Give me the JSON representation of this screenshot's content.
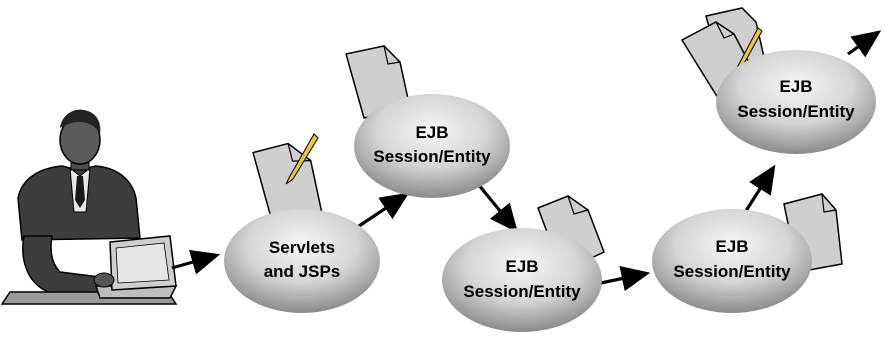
{
  "nodes": [
    {
      "id": "servlets",
      "lines": [
        "Servlets",
        "and JSPs"
      ]
    },
    {
      "id": "ejb1",
      "lines": [
        "EJB",
        "Session/Entity"
      ]
    },
    {
      "id": "ejb2",
      "lines": [
        "EJB",
        "Session/Entity"
      ]
    },
    {
      "id": "ejb3",
      "lines": [
        "EJB",
        "Session/Entity"
      ]
    },
    {
      "id": "ejb4",
      "lines": [
        "EJB",
        "Session/Entity"
      ]
    }
  ],
  "colors": {
    "bubble_light": "#f7f7f7",
    "bubble_dark": "#8a8a8a",
    "document_fill": "#cfcfcf",
    "document_stroke": "#000000",
    "arrow": "#000000",
    "pencil": "#e9c83a"
  },
  "icons": [
    "user-with-laptop-icon",
    "document-icon",
    "document-with-pencil-icon",
    "arrow-icon"
  ]
}
